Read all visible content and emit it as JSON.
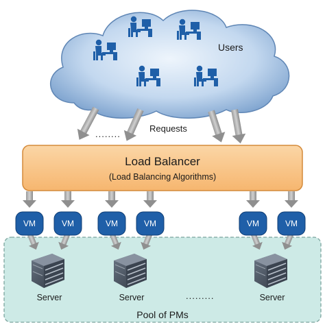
{
  "users_label": "Users",
  "requests_label": "Requests",
  "load_balancer": {
    "title": "Load Balancer",
    "subtitle": "(Load Balancing Algorithms)"
  },
  "vm_label": "VM",
  "server_label": "Server",
  "pool_label": "Pool of PMs",
  "ellipsis_top": "........",
  "ellipsis_bottom": ".........",
  "colors": {
    "cloud_fill_inner": "#d9e8f7",
    "cloud_fill_outer": "#7fa4cf",
    "user_icon": "#1f5fa8",
    "load_balancer_fill": "#f9c68a",
    "load_balancer_border": "#d48a3a",
    "vm_fill": "#1f5fa8",
    "pool_fill": "#cdeae6",
    "arrow": "#8a8a8a",
    "server_body": "#4a5563"
  }
}
